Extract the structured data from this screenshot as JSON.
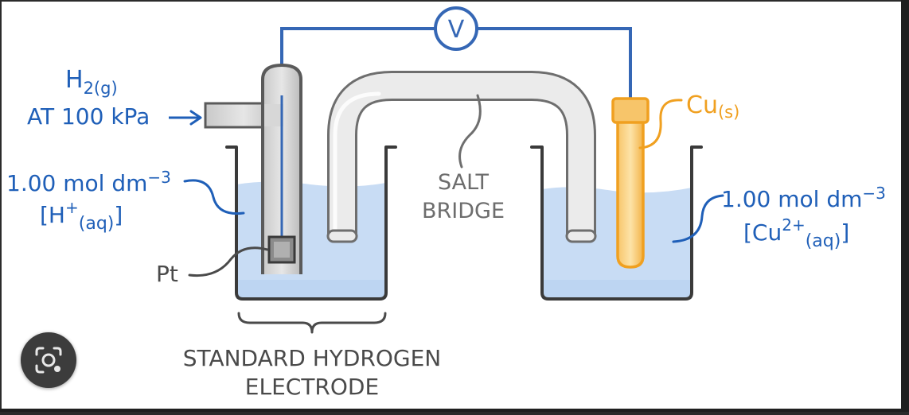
{
  "diagram": {
    "voltmeter": "V",
    "hydrogen_label": {
      "line1": "H",
      "line1_sub": "2(g)",
      "line2": "AT 100 kPa"
    },
    "left_solution": {
      "line1": "1.00 mol dm",
      "line1_sup": "−3",
      "line2_open": "[H",
      "line2_sup": "+",
      "line2_sub": "(aq)",
      "line2_close": "]"
    },
    "pt_label": "Pt",
    "salt_bridge": {
      "line1": "SALT",
      "line2": "BRIDGE"
    },
    "copper_label": {
      "main": "Cu",
      "sub": "(s)"
    },
    "right_solution": {
      "line1": "1.00 mol dm",
      "line1_sup": "−3",
      "line2_open": "[Cu",
      "line2_sup": "2+",
      "line2_sub": "(aq)",
      "line2_close": "]"
    },
    "caption": {
      "line1": "STANDARD HYDROGEN",
      "line2": "ELECTRODE"
    }
  },
  "colors": {
    "label_blue": "#1f5fb8",
    "wire_blue": "#3567b5",
    "copper_orange": "#f0a020",
    "solution_blue": "#c8dcf4",
    "gray_text": "#6d6d6d"
  },
  "icons": {
    "lens_button": "camera-search-icon"
  }
}
